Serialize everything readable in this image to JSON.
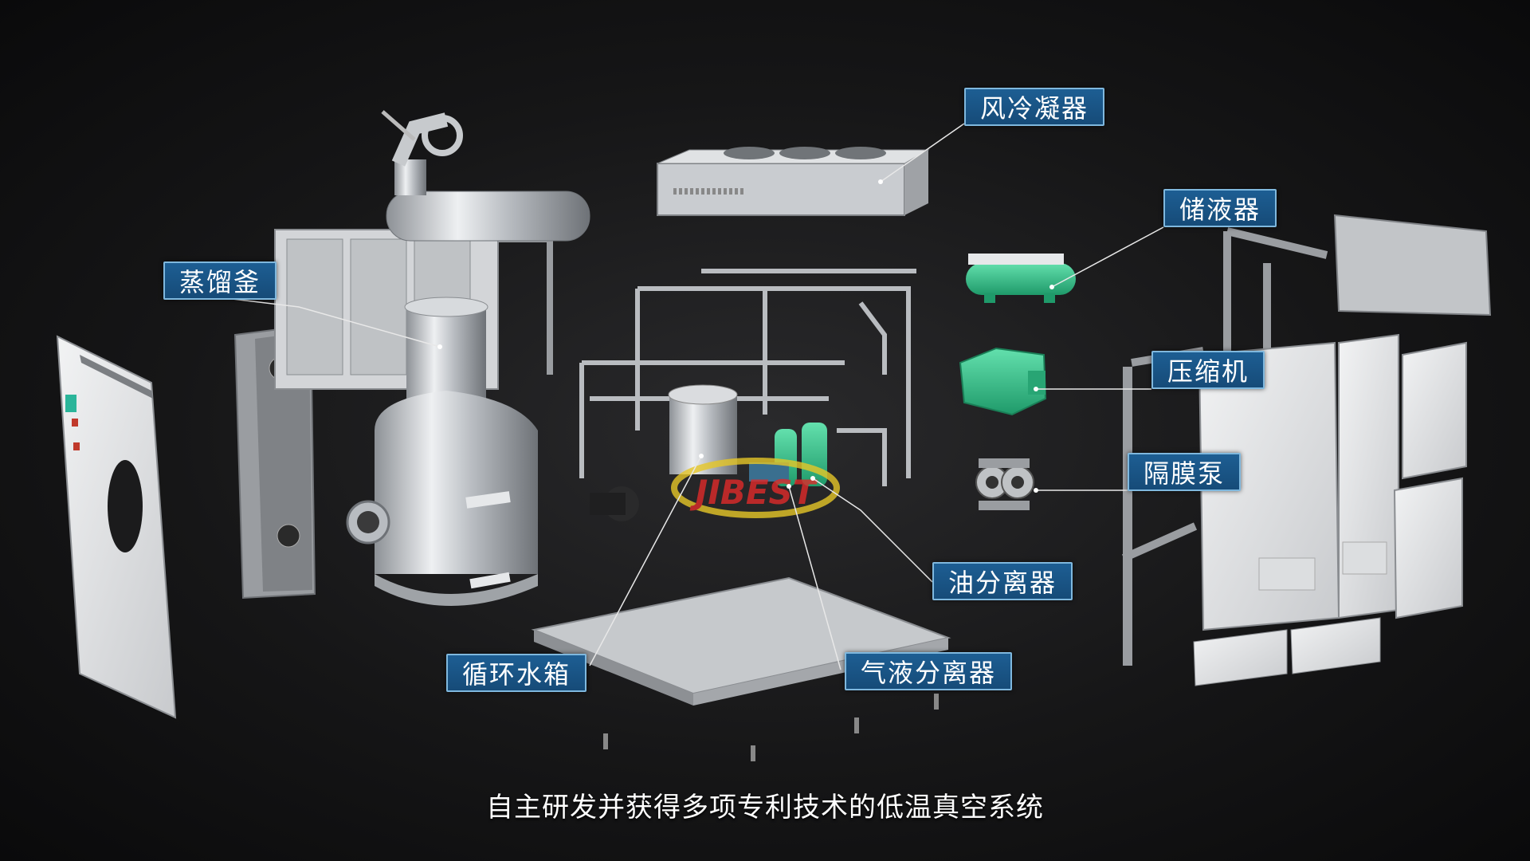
{
  "labels": {
    "air_condenser": "风冷凝器",
    "receiver": "储液器",
    "still": "蒸馏釜",
    "compressor": "压缩机",
    "diaphragm_pump": "隔膜泵",
    "oil_separator": "油分离器",
    "water_tank": "循环水箱",
    "gas_liquid_separator": "气液分离器"
  },
  "caption": "自主研发并获得多项专利技术的低温真空系统",
  "colors": {
    "label_bg": "#1b5a8e",
    "label_border": "#7fb8de",
    "receiver_green": "#2fbf86",
    "steel": "#c9ccd0"
  }
}
